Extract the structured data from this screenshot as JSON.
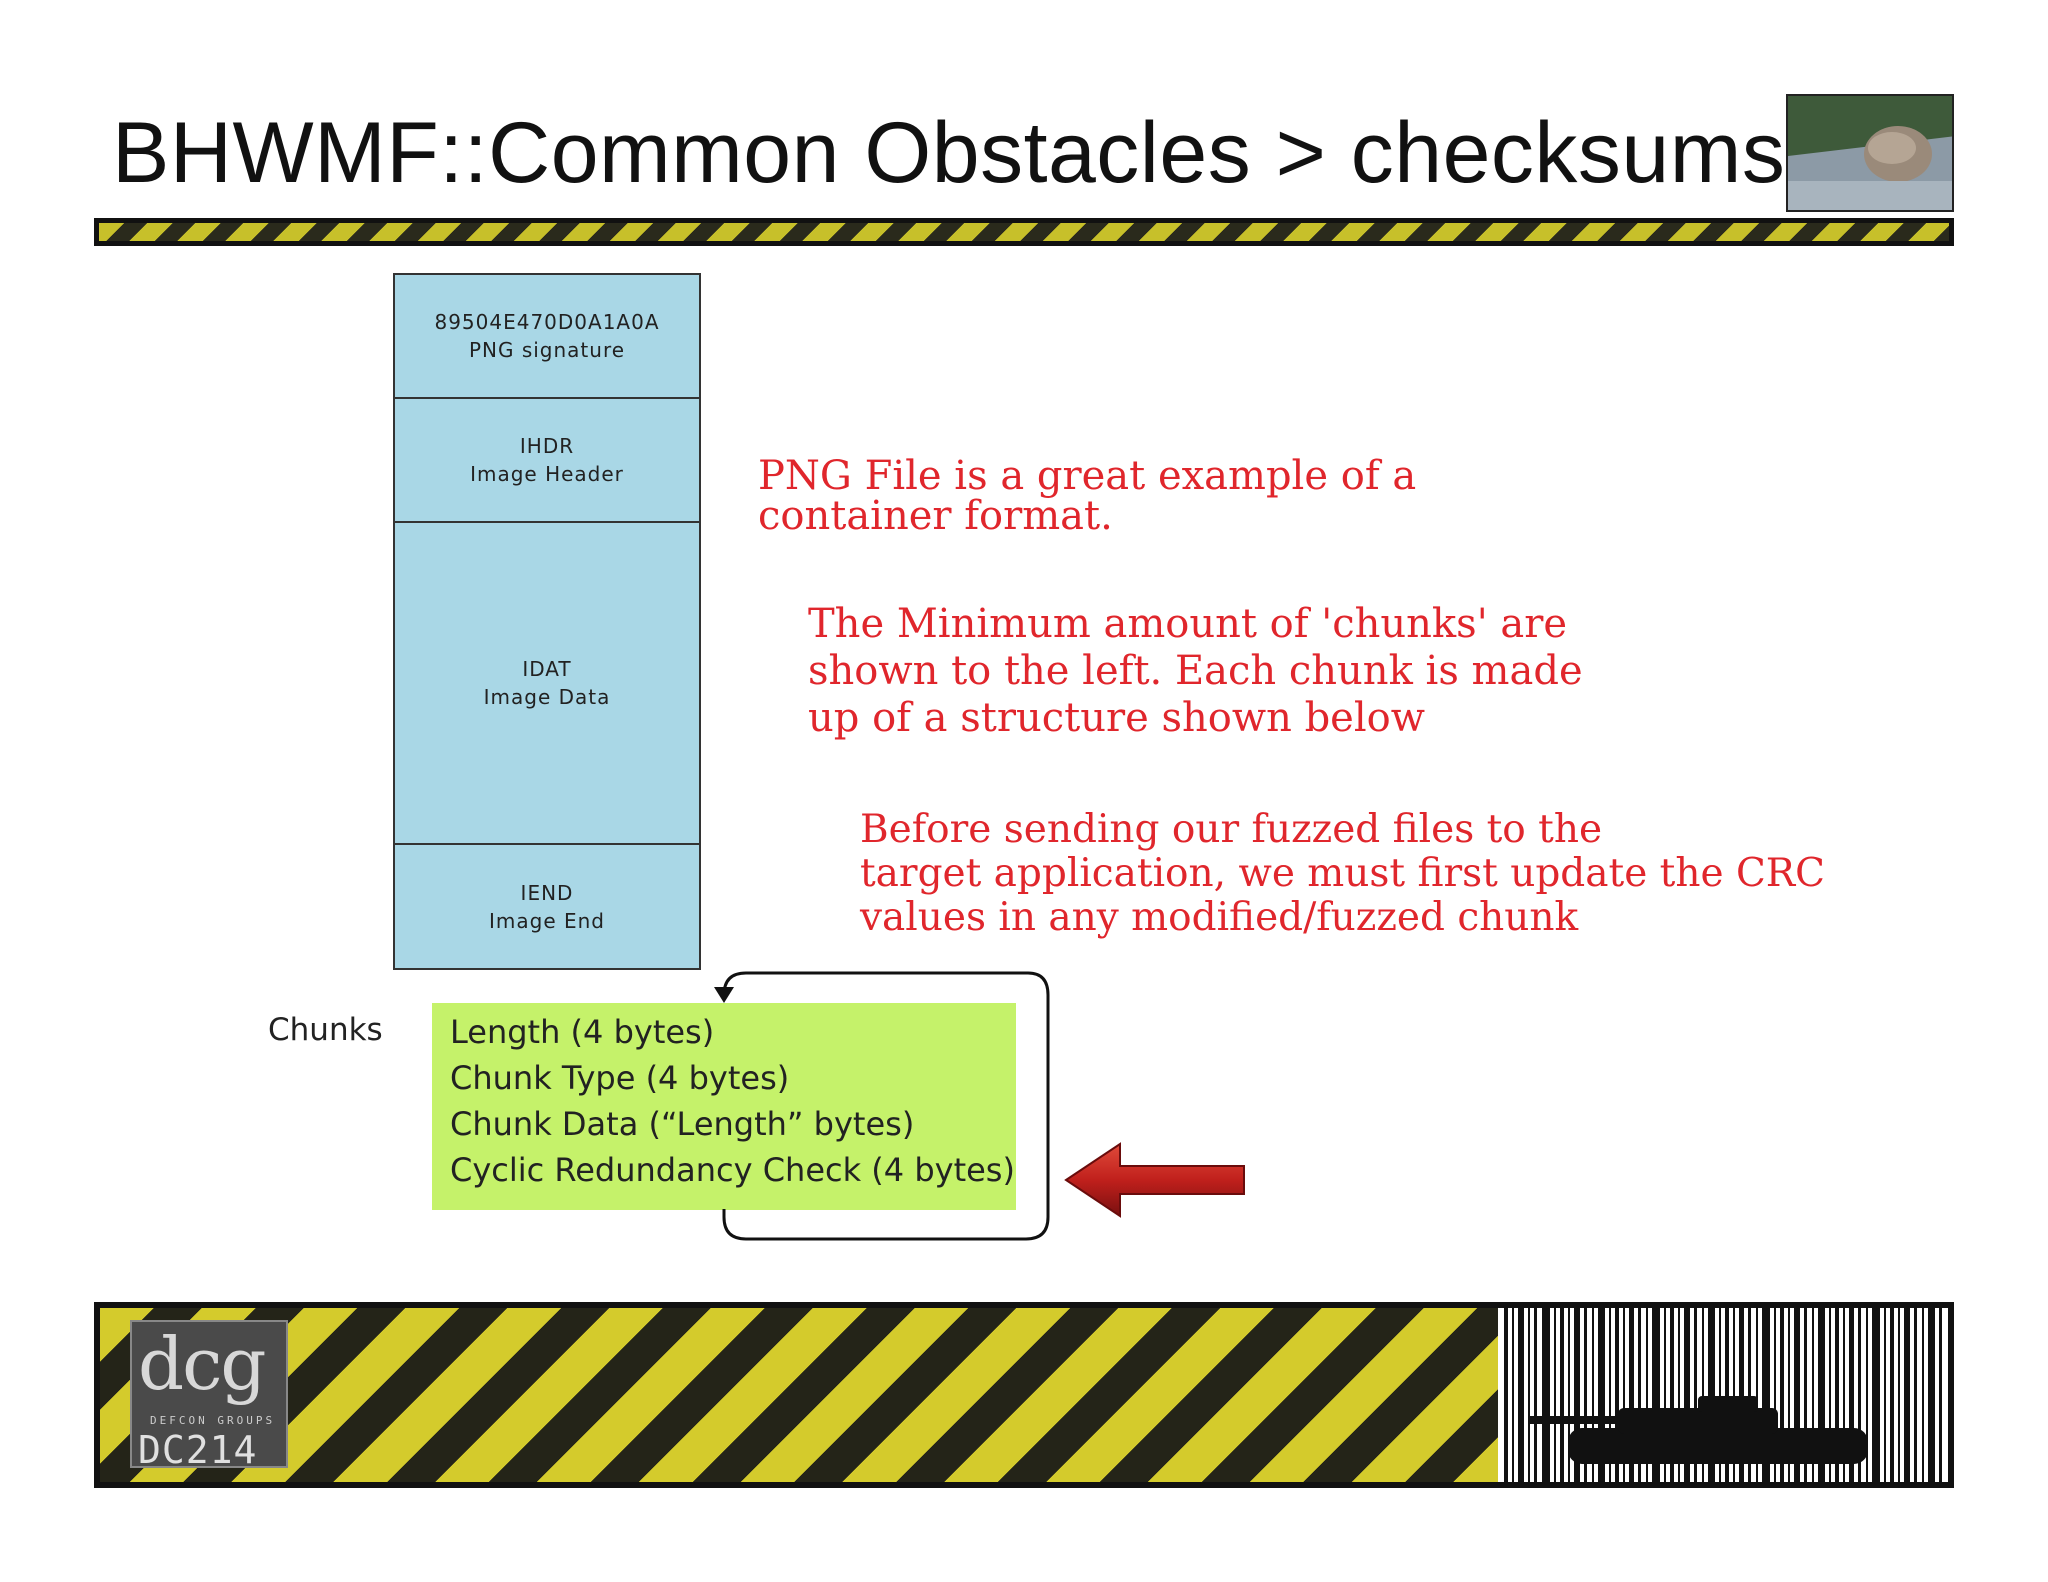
{
  "slide": {
    "title": "BHWMF::Common Obstacles > checksums"
  },
  "png_structure": [
    {
      "code": "89504E470D0A1A0A",
      "label": "PNG signature"
    },
    {
      "code": "IHDR",
      "label": "Image Header"
    },
    {
      "code": "IDAT",
      "label": "Image Data"
    },
    {
      "code": "IEND",
      "label": "Image End"
    }
  ],
  "notes": {
    "note1": [
      "PNG File is a great example of a",
      "container format."
    ],
    "note2": [
      "The Minimum amount of 'chunks' are",
      "shown to the left. Each chunk is made",
      "up of a structure shown below"
    ],
    "note3": [
      "Before sending our fuzzed files to the",
      "target application, we must first update the CRC",
      "values in any modified/fuzzed chunk"
    ]
  },
  "chunks": {
    "label": "Chunks",
    "fields": [
      "Length (4 bytes)",
      "Chunk Type (4 bytes)",
      "Chunk Data (“Length” bytes)",
      "Cyclic Redundancy Check (4 bytes)"
    ]
  },
  "footer_logo": {
    "letters": "dcg",
    "groups": "DEFCON GROUPS",
    "number": "DC214"
  },
  "colors": {
    "png_block": "#a9d7e6",
    "chunk_box": "#c5f26a",
    "note_text": "#e0262c",
    "arrow": "#c0201c"
  }
}
